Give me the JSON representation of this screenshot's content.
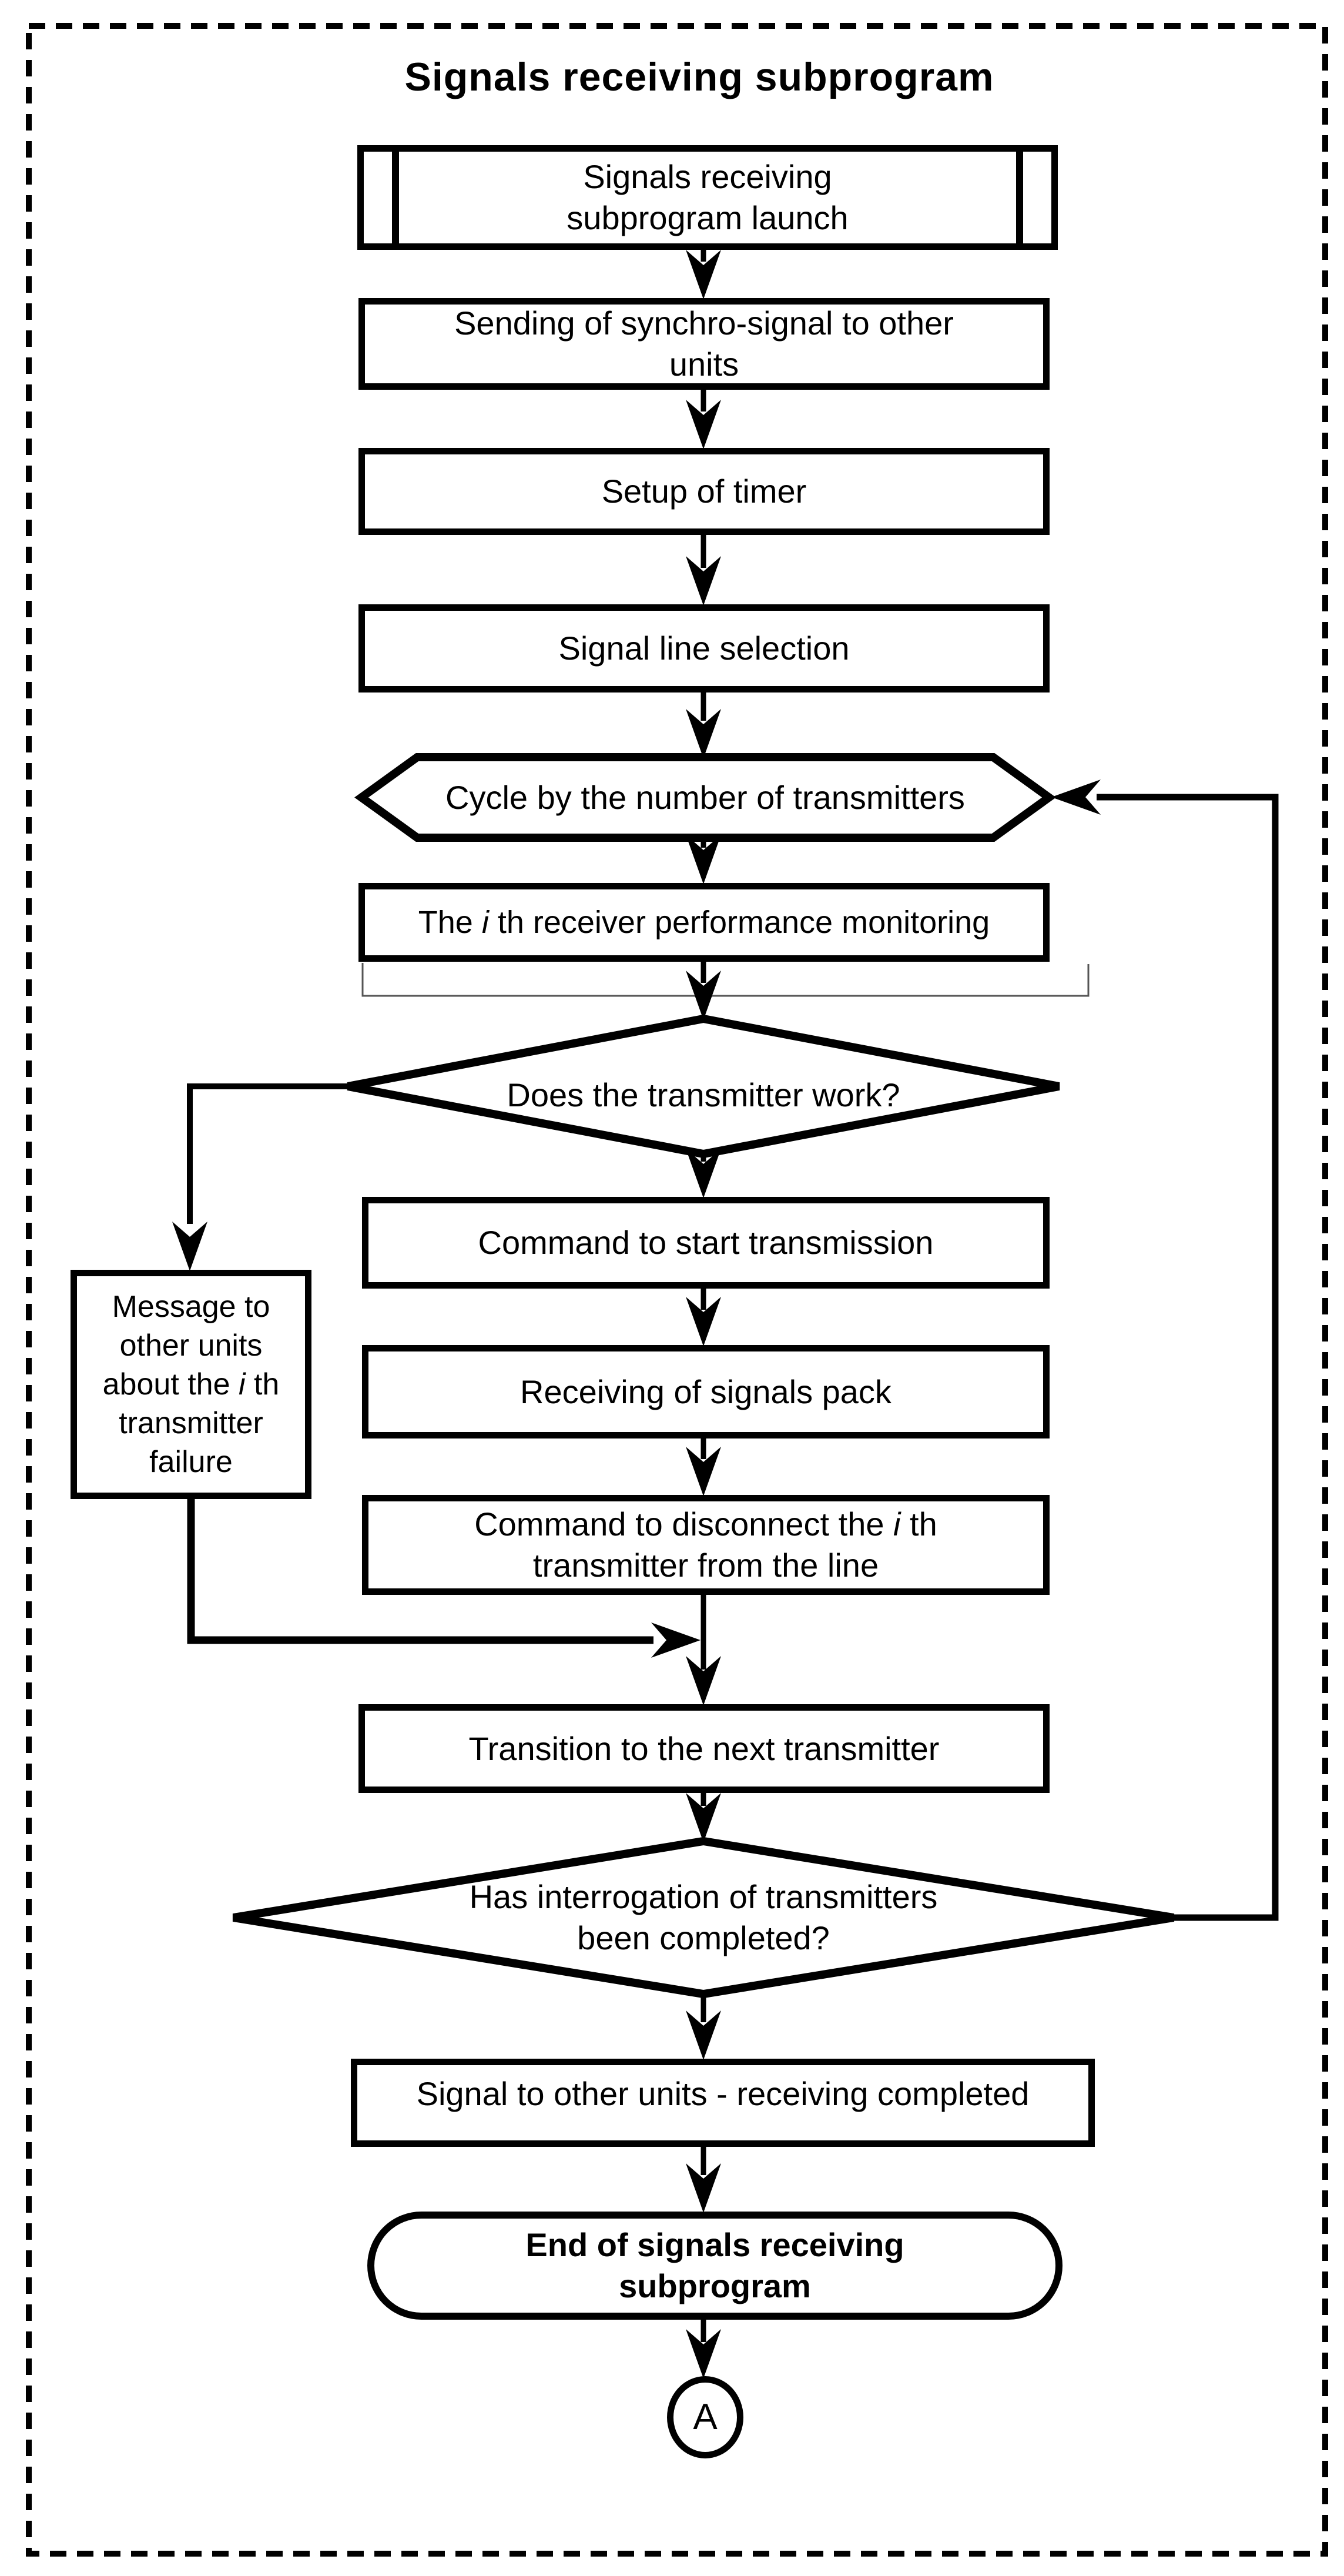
{
  "title": "Signals receiving subprogram",
  "colors": {
    "ink": "#000000",
    "background": "#ffffff"
  },
  "nodes": {
    "launch": {
      "lines": [
        "Signals receiving",
        "subprogram launch"
      ]
    },
    "synchro": {
      "lines": [
        "Sending of synchro-signal to other",
        "units"
      ]
    },
    "timer": {
      "label": "Setup of timer"
    },
    "line_select": {
      "label": "Signal line selection"
    },
    "cycle": {
      "label": "Cycle by the number of transmitters"
    },
    "monitor": {
      "pre": "The ",
      "italic": "i",
      "post": " th receiver performance monitoring"
    },
    "works": {
      "label": "Does the transmitter work?"
    },
    "start_cmd": {
      "label": "Command to start transmission"
    },
    "receive_pack": {
      "label": "Receiving of signals pack"
    },
    "disconnect": {
      "pre": "Command to disconnect the ",
      "italic": "i",
      "post": " th transmitter from the line"
    },
    "failure_msg": {
      "pre": "Message to other units about the ",
      "italic": "i",
      "post": " th transmitter failure"
    },
    "next_tx": {
      "label": "Transition to the next transmitter"
    },
    "completed": {
      "lines": [
        "Has interrogation of transmitters",
        "been completed?"
      ]
    },
    "signal_done": {
      "label": "Signal to other units - receiving completed"
    },
    "end": {
      "lines": [
        "End of signals receiving",
        "subprogram"
      ]
    },
    "connector_a": {
      "label": "A"
    }
  }
}
